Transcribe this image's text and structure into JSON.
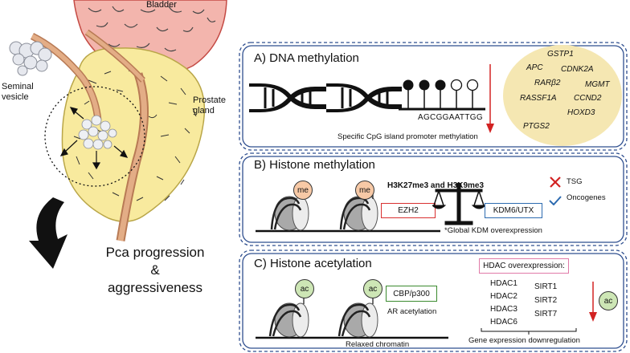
{
  "anatomy": {
    "bladder": "Bladder",
    "seminal_vesicle": [
      "Seminal",
      "vesicle"
    ],
    "prostate_gland": [
      "Prostate",
      "gland"
    ]
  },
  "outcome": [
    "Pca progression",
    "&",
    "aggressiveness"
  ],
  "panel_a": {
    "title": "A) DNA methylation",
    "sequence": "AGCGGAATTGG",
    "caption": "Specific CpG island promoter methylation",
    "genes": [
      "GSTP1",
      "APC",
      "CDNK2A",
      "RARβ2",
      "MGMT",
      "RASSF1A",
      "CCND2",
      "HOXD3",
      "PTGS2"
    ]
  },
  "panel_b": {
    "title": "B) Histone methylation",
    "marks": "H3K27me3 and H3K9me3",
    "me_label": "me",
    "writer": "EZH2",
    "eraser": "KDM6/UTX",
    "footnote": "*Global KDM overexpression",
    "legend_tsg": "TSG",
    "legend_onc": "Oncogenes"
  },
  "panel_c": {
    "title": "C) Histone acetylation",
    "ac_label": "ac",
    "hat": "CBP/p300",
    "ar": "AR acetylation",
    "chromatin": "Relaxed chromatin",
    "hdac_header": "HDAC overexpression:",
    "hdac_col1": [
      "HDAC1",
      "HDAC2",
      "HDAC3",
      "HDAC6"
    ],
    "hdac_col2": [
      "SIRT1",
      "SIRT2",
      "SIRT7"
    ],
    "downreg": "Gene expression downregulation"
  },
  "colors": {
    "bladder": "#f3b5ad",
    "prostate": "#f8ea9e",
    "vessel": "#d89a73",
    "panel_border": "#2f4f8f",
    "me_circle": "#f7c9a6",
    "ac_circle": "#cde6b5",
    "gene_bubble": "#f5e7b2",
    "ezh2_box": "#d93030",
    "kdm_box": "#2d6bb0",
    "cbp_box": "#3a8a2e",
    "hdac_box": "#e07aa8",
    "down_arrow": "#d22222"
  }
}
